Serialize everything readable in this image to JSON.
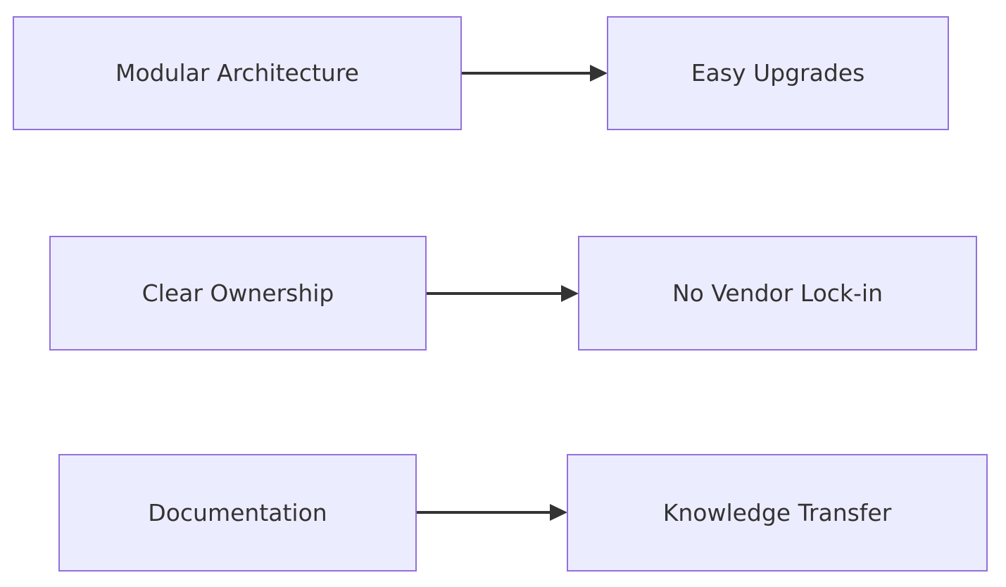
{
  "diagram": {
    "type": "flowchart",
    "direction": "left-to-right",
    "colors": {
      "background": "#ffffff",
      "node_fill": "#ECECFF",
      "node_border": "#9370DB",
      "text": "#333333",
      "arrow": "#333333"
    },
    "edges": [
      {
        "source": "Modular Architecture",
        "target": "Easy Upgrades"
      },
      {
        "source": "Clear Ownership",
        "target": "No Vendor Lock-in"
      },
      {
        "source": "Documentation",
        "target": "Knowledge Transfer"
      }
    ]
  }
}
